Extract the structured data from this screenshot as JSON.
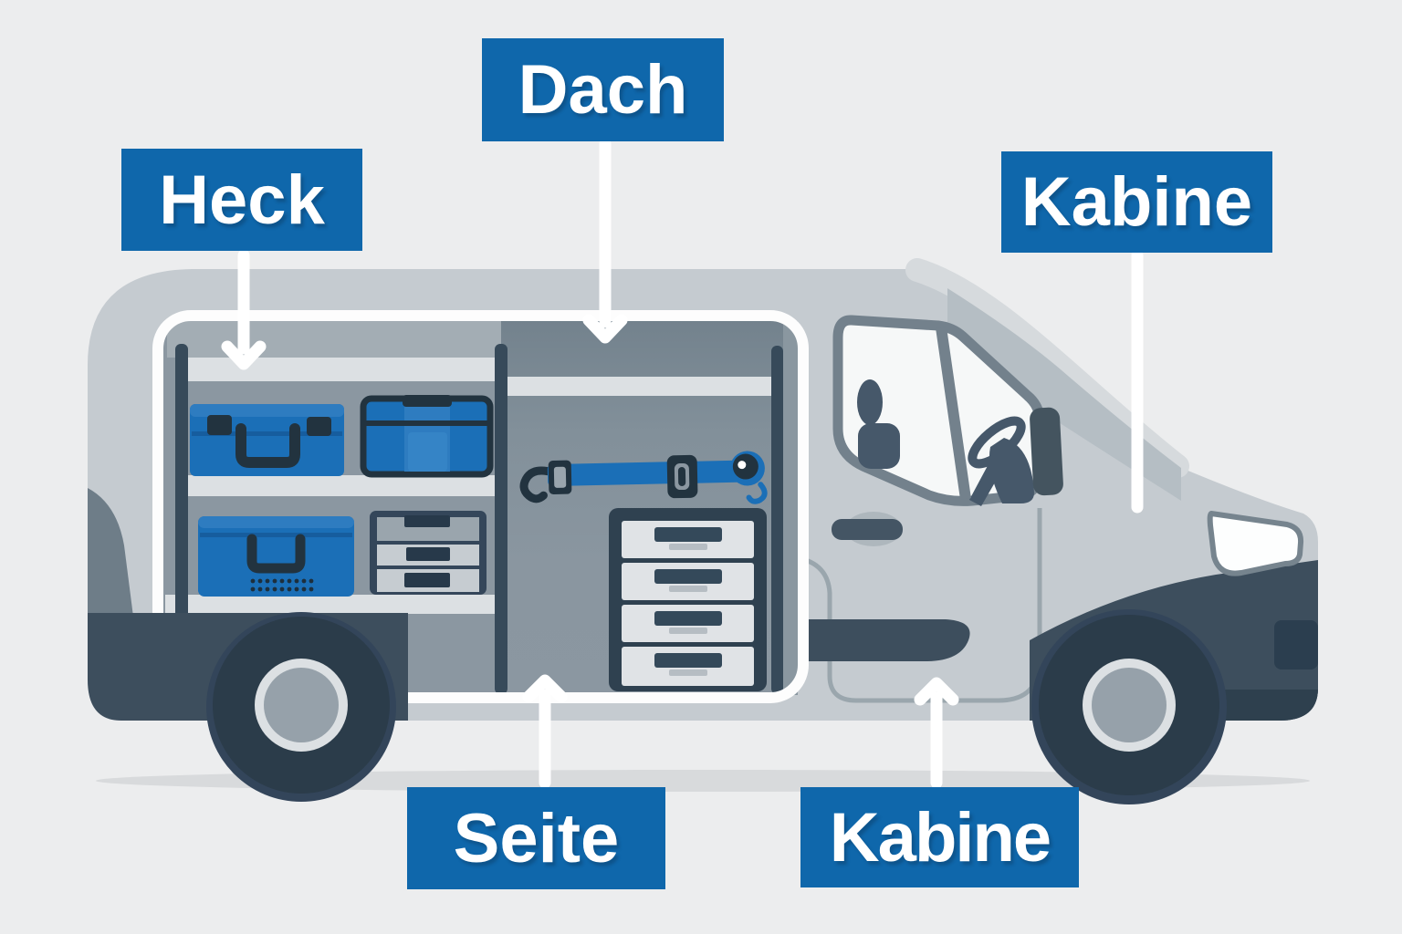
{
  "labels": {
    "heck": "Heck",
    "dach": "Dach",
    "kabine_top": "Kabine",
    "seite": "Seite",
    "kabine_bottom": "Kabine"
  },
  "colors": {
    "background": "#ecedee",
    "label_background": "#0f67ab",
    "label_text": "#ffffff",
    "pointer_lines": "#ffffff",
    "van_body": "#c5cbd0",
    "cargo_wall": "#8b97a1",
    "cargo_wall_dark": "#74838e",
    "shelf": "#dce0e3",
    "frame_dark_slate": "#374a5a",
    "toolbox_blue": "#1b6fb7",
    "navy_details": "#22333f",
    "tire": "#2b3c4a",
    "glass": "#f6f8f8",
    "ground_shadow": "#d8dadc"
  }
}
